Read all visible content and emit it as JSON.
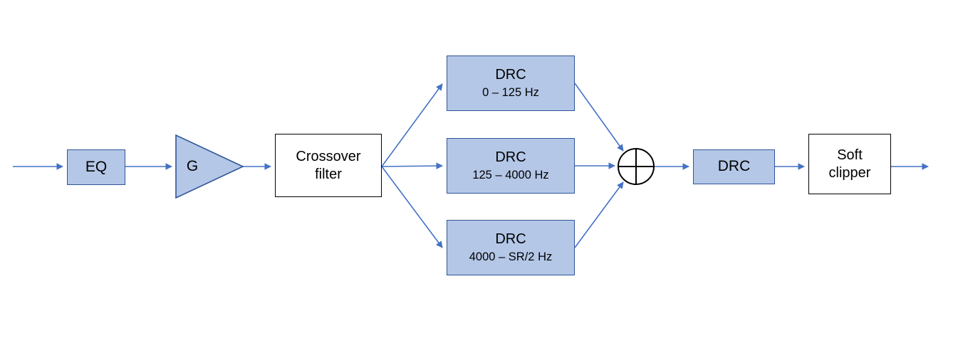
{
  "colors": {
    "block_fill": "#b4c7e7",
    "block_stroke": "#2f5597",
    "arrow": "#4472c4",
    "junction_stroke": "#000000",
    "white_border": "#000000",
    "background": "#ffffff"
  },
  "blocks": {
    "eq": {
      "label": "EQ"
    },
    "gain": {
      "label": "G"
    },
    "crossover": {
      "label": "Crossover filter"
    },
    "drc_low": {
      "title": "DRC",
      "range": "0 – 125 Hz"
    },
    "drc_mid": {
      "title": "DRC",
      "range": "125 – 4000 Hz"
    },
    "drc_high": {
      "title": "DRC",
      "range": "4000 – SR/2 Hz"
    },
    "drc_wideband": {
      "label": "DRC"
    },
    "soft_clipper": {
      "label": "Soft clipper"
    }
  }
}
